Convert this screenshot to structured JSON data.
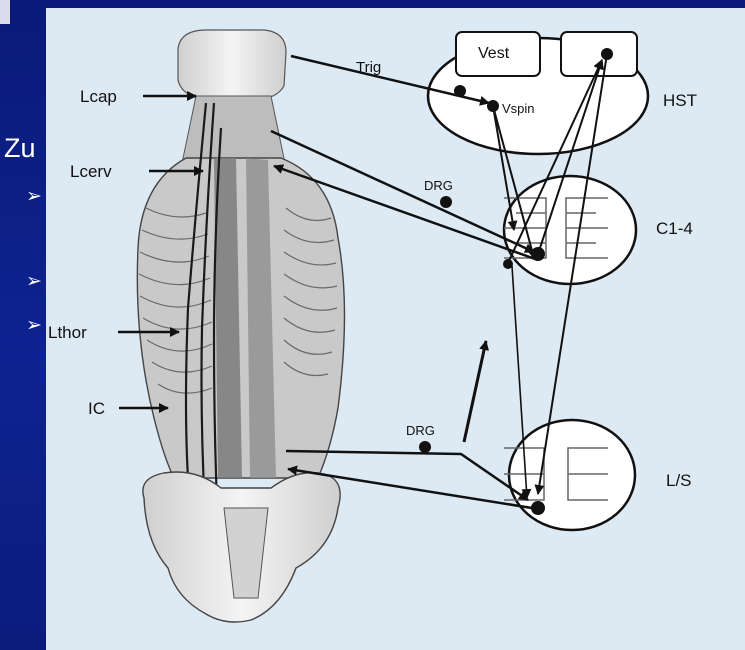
{
  "slide": {
    "heading_fragment": "Zu",
    "bullet_glyph": "➢",
    "bullet_count": 3
  },
  "figure": {
    "muscle_labels": {
      "lcap": "Lcap",
      "lcerv": "Lcerv",
      "lthor": "Lthor",
      "ic": "IC"
    },
    "nerve_labels": {
      "trig": "Trig",
      "vspin": "Vspin",
      "drg_upper": "DRG",
      "drg_lower": "DRG"
    },
    "box_labels": {
      "vest": "Vest"
    },
    "region_labels": {
      "hst": "HST",
      "c1_4": "C1-4",
      "ls": "L/S"
    }
  },
  "colors": {
    "slide_background": "#0c1f82",
    "figure_background": "#dde9f3",
    "ink": "#111111"
  }
}
